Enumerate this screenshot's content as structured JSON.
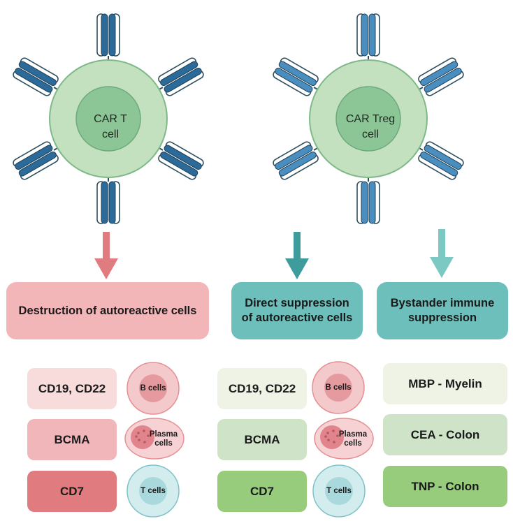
{
  "cells": {
    "car_t": {
      "label": "CAR T cell",
      "line1": "CAR T",
      "line2": "cell"
    },
    "car_treg": {
      "label": "CAR Treg cell",
      "line1": "CAR Treg",
      "line2": "cell"
    }
  },
  "headers": {
    "destruction": "Destruction of autoreactive cells",
    "direct_line1": "Direct suppression",
    "direct_line2": "of autoreactive cells",
    "bystander_line1": "Bystander immune",
    "bystander_line2": "suppression"
  },
  "left_targets": [
    {
      "antigen": "CD19, CD22",
      "cell": "B cells"
    },
    {
      "antigen": "BCMA",
      "cell_line1": "Plasma",
      "cell_line2": "cells"
    },
    {
      "antigen": "CD7",
      "cell": "T cells"
    }
  ],
  "mid_targets": [
    {
      "antigen": "CD19, CD22",
      "cell": "B cells"
    },
    {
      "antigen": "BCMA",
      "cell_line1": "Plasma",
      "cell_line2": "cells"
    },
    {
      "antigen": "CD7",
      "cell": "T cells"
    }
  ],
  "right_targets": [
    "MBP - Myelin",
    "CEA - Colon",
    "TNP - Colon"
  ],
  "colors": {
    "pink_header": "#f2b5b8",
    "teal_header": "#6dbfbb",
    "arrow_pink": "#e07b7f",
    "arrow_teal_dark": "#3e9c9c",
    "arrow_teal_light": "#7cc9c3",
    "car_t_receptor": "#2b6a99",
    "car_treg_receptor": "#4a8ec0"
  }
}
